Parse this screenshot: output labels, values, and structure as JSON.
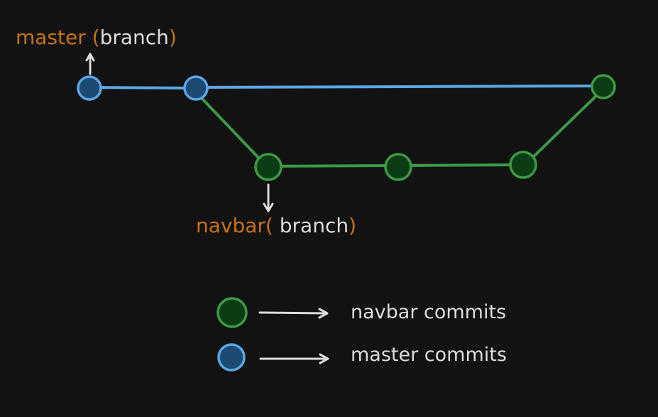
{
  "colors": {
    "background": "#121212",
    "master_line": "#5aa7e3",
    "master_fill": "#1c4a73",
    "navbar_line": "#3c9a46",
    "navbar_fill": "#0b3d14",
    "accent_orange": "#c8730f",
    "text_light": "#dcdcdc",
    "arrow": "#dcdcdc"
  },
  "labels": {
    "master": {
      "name": "master",
      "open_paren": "(",
      "kind": "branch",
      "close_paren": ")"
    },
    "navbar": {
      "name": "navbar",
      "open_paren": "(",
      "kind": " branch",
      "close_paren": ")"
    }
  },
  "legend": {
    "navbar": "navbar commits",
    "master": "master commits"
  }
}
